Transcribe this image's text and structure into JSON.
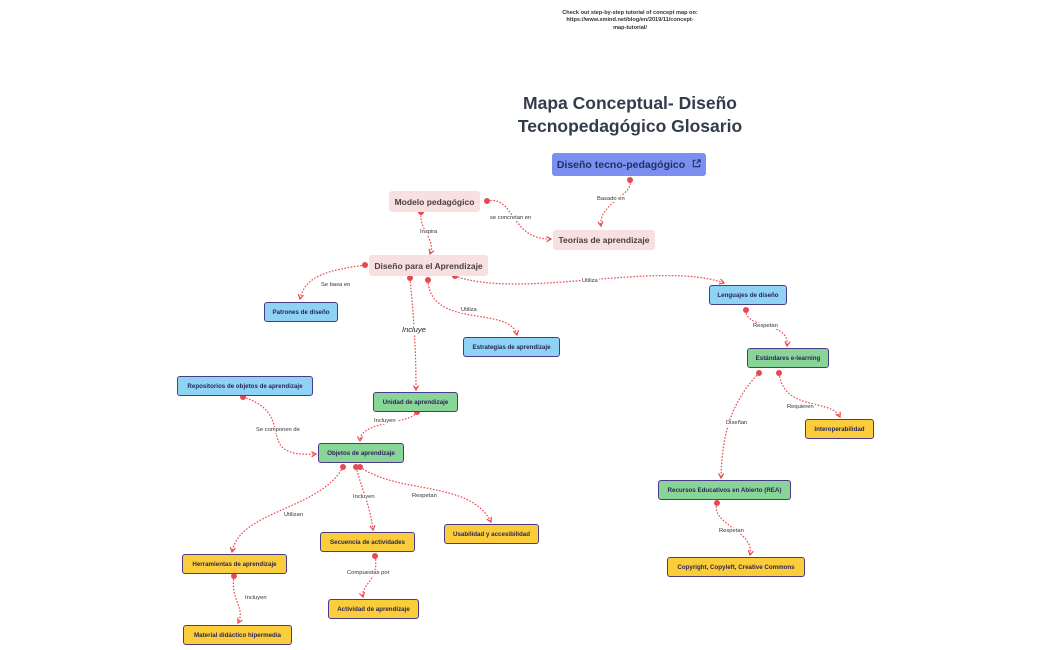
{
  "note": "Check out step-by-step tutorial of concept map on: https://www.xmind.net/blog/en/2019/11/concept-map-tutorial/",
  "title": "Mapa Conceptual- Diseño Tecnopedagógico Glosario",
  "colors": {
    "root": "#7b8ff0",
    "secondary": "#f8dfe0",
    "blue": "#8fd3f4",
    "green": "#88d597",
    "yellow": "#fbcd3a",
    "border": "#4a3a8a",
    "edge": "#e8484f"
  },
  "nodes": {
    "root": "Diseño tecno-pedagógico",
    "modelo": "Modelo pedagógico",
    "teorias": "Teorías de aprendizaje",
    "diseno_aprendizaje": "Diseño para el Aprendizaje",
    "patrones": "Patrones de diseño",
    "estrategias": "Estrategias de aprendizaje",
    "lenguajes": "Lenguajes de diseño",
    "estandares": "Estándares e-learning",
    "interoperabilidad": "Interoperabilidad",
    "rea": "Recursos Educativos en Abierto (REA)",
    "copyright": "Copyright, Copyleft, Creative Commons",
    "repositorios": "Repositorios de objetos de aprendizaje",
    "unidad": "Unidad de aprendizaje",
    "objetos": "Objetos de aprendizaje",
    "herramientas": "Herramientas de aprendizaje",
    "material": "Material didáctico hipermedia",
    "secuencia": "Secuencia de actividades",
    "actividad": "Actividad de aprendizaje",
    "usabilidad": "Usabilidad y accesibilidad"
  },
  "edge_labels": {
    "basado_en": "Basado en",
    "se_concretan_en": "se concretan en",
    "inspira": "Inspira",
    "se_basa_en": "Se basa en",
    "utiliza_lenguajes": "Utiliza",
    "utiliza_estrategias": "Utiliza",
    "incluye": "Incluye",
    "respetan_estandares": "Respetan",
    "requieren": "Requieren",
    "disenan": "Diseñan",
    "respetan_copyright": "Respetan",
    "se_componen_de": "Se componen de",
    "incluyen_objetos": "Incluyen",
    "utilizan": "Utilizan",
    "incluyen_secuencia": "Incluyen",
    "respetan_usabilidad": "Respetan",
    "incluyen_material": "Incluyen",
    "compuestas_por": "Compuestas por"
  }
}
